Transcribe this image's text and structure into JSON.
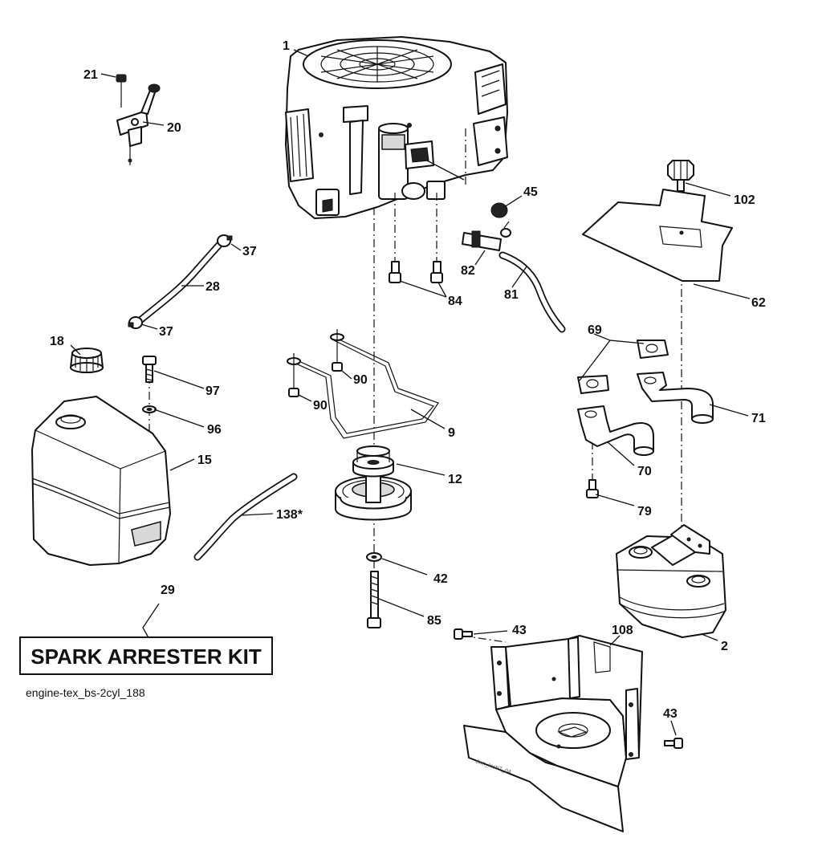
{
  "figure": {
    "kit_label": "SPARK ARRESTER KIT",
    "drawing_reference": "engine-tex_bs-2cyl_188",
    "shield_stamp": "dwn_Instr7_04"
  },
  "callouts": {
    "engine": "1",
    "muffler": "2",
    "belt_guide": "9",
    "pulley": "12",
    "fuel_tank": "15",
    "fuel_cap": "18",
    "throttle_control": "20",
    "throttle_bolt": "21",
    "fuel_hose": "28",
    "spark_arrester": "29",
    "hose_clamp_top": "37",
    "hose_clamp_bottom": "37",
    "washer_42": "42",
    "bolt_43_left": "43",
    "bolt_43_right": "43",
    "cap_45": "45",
    "heat_shield": "62",
    "gasket": "69",
    "exhaust_pipe_left": "70",
    "exhaust_pipe_right": "71",
    "bolt_79": "79",
    "drain_hose": "81",
    "drain_valve": "82",
    "bolt_84": "84",
    "bolt_85": "85",
    "bolt_90_top": "90",
    "bolt_90_bottom": "90",
    "washer_96": "96",
    "bolt_97": "97",
    "knob": "102",
    "muffler_shield": "108",
    "fuel_line": "138*"
  }
}
